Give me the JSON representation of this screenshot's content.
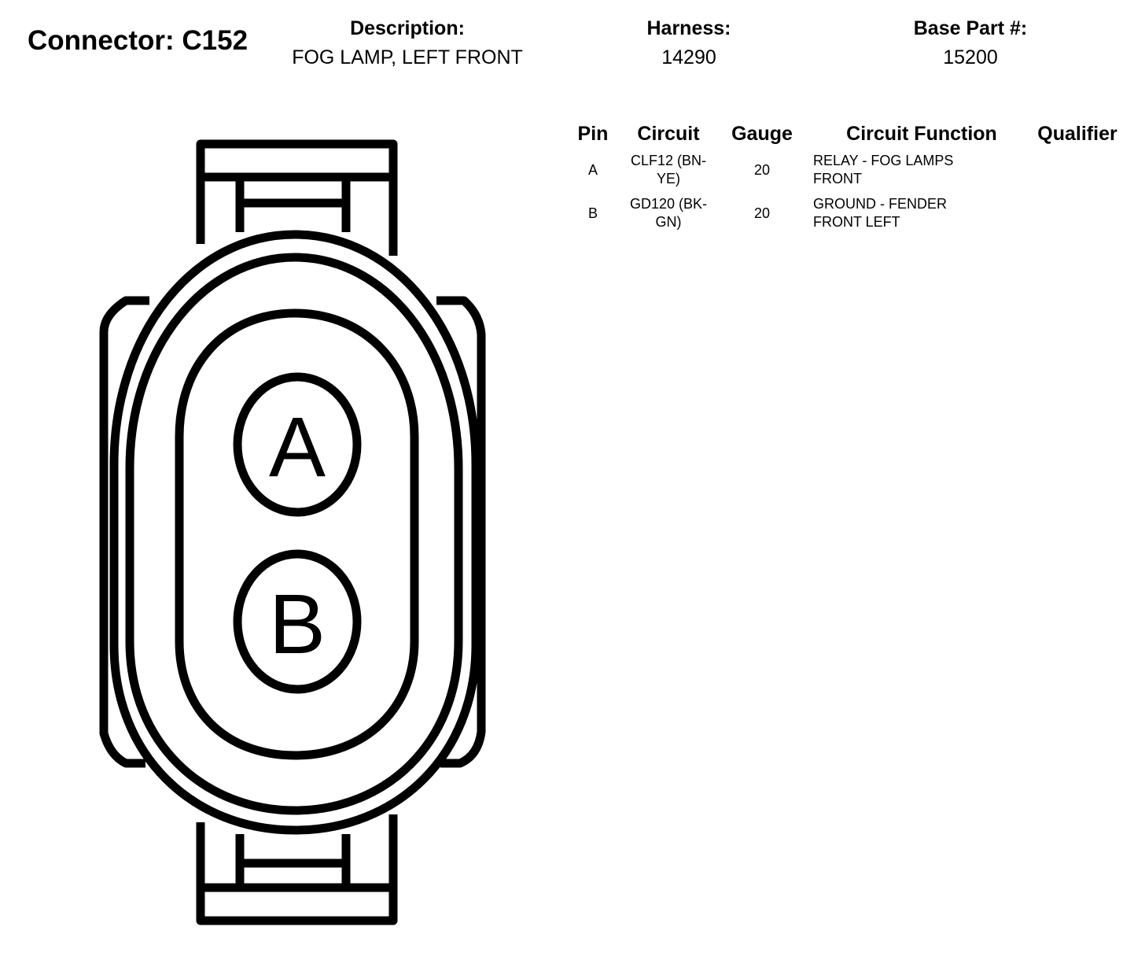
{
  "connector": {
    "label": "Connector: C152"
  },
  "description": {
    "label": "Description:",
    "value": "FOG LAMP, LEFT FRONT"
  },
  "harness": {
    "label": "Harness:",
    "value": "14290"
  },
  "base_part": {
    "label": "Base Part #:",
    "value": "15200"
  },
  "table": {
    "headers": {
      "pin": "Pin",
      "circuit": "Circuit",
      "gauge": "Gauge",
      "function": "Circuit Function",
      "qualifier": "Qualifier"
    },
    "rows": [
      {
        "pin": "A",
        "circuit": "CLF12 (BN-YE)",
        "gauge": "20",
        "function": "RELAY - FOG LAMPS FRONT",
        "qualifier": ""
      },
      {
        "pin": "B",
        "circuit": "GD120 (BK-GN)",
        "gauge": "20",
        "function": "GROUND - FENDER FRONT LEFT",
        "qualifier": ""
      }
    ]
  },
  "diagram": {
    "pins": [
      "A",
      "B"
    ],
    "stroke_color": "#000000",
    "fill_color": "#ffffff"
  }
}
